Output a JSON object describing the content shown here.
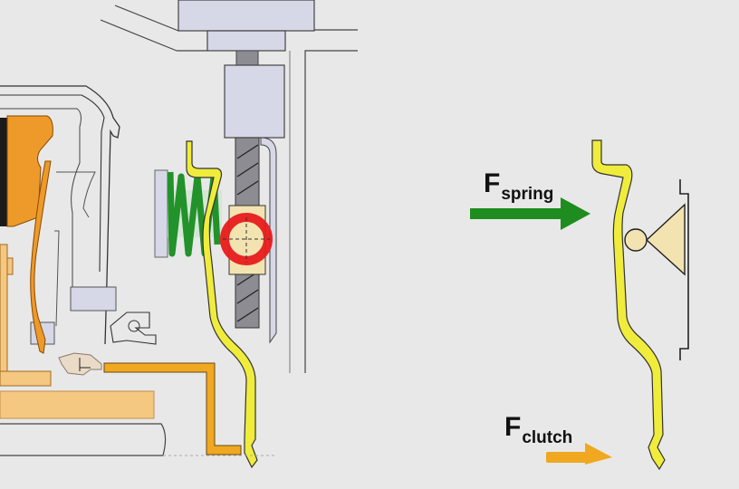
{
  "diagram": {
    "type": "clutch release mechanism schematic",
    "labels": {
      "spring_force": {
        "symbol": "F",
        "subscript": "spring"
      },
      "clutch_force": {
        "symbol": "F",
        "subscript": "clutch"
      }
    },
    "colors": {
      "background": "#e8e8e8",
      "spring_arrow": "#1e8c1e",
      "clutch_arrow": "#f0a820",
      "lever": "#f0ec3c",
      "spring_coil": "#22922a",
      "pivot_highlight": "#e81c1c",
      "pivot_fill": "#f3e3b0",
      "clutch_parts": "#ee9a2a",
      "housing": "#d6d8e8",
      "rod": "#8c8c92"
    }
  }
}
